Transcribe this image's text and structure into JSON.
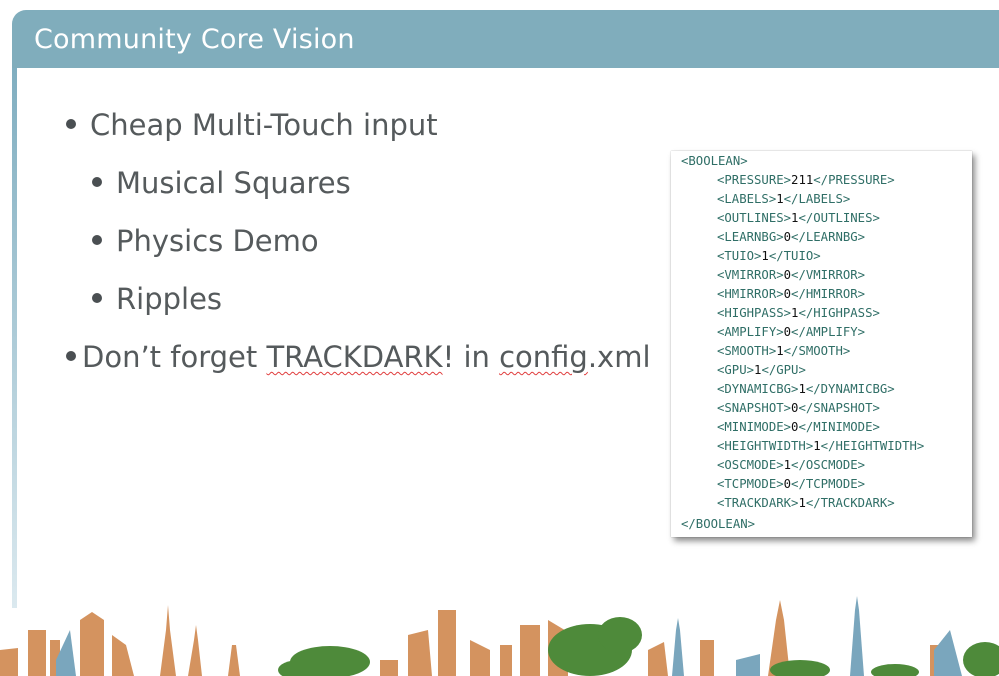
{
  "slide": {
    "title": "Community Core Vision",
    "bullets": [
      {
        "text": "Cheap Multi-Touch input"
      },
      {
        "text": "Musical Squares"
      },
      {
        "text": "Physics Demo"
      },
      {
        "text": "Ripples"
      }
    ],
    "note": {
      "prefix": "Don’t forget ",
      "term": "TRACKDARK",
      "middle": "! in ",
      "file_stem": "config",
      "file_ext": ".xml"
    }
  },
  "xml": {
    "open_root": "<BOOLEAN>",
    "close_root": "</BOOLEAN>",
    "entries": [
      {
        "tag": "PRESSURE",
        "value": "211"
      },
      {
        "tag": "LABELS",
        "value": "1"
      },
      {
        "tag": "OUTLINES",
        "value": "1"
      },
      {
        "tag": "LEARNBG",
        "value": "0"
      },
      {
        "tag": "TUIO",
        "value": "1"
      },
      {
        "tag": "VMIRROR",
        "value": "0"
      },
      {
        "tag": "HMIRROR",
        "value": "0"
      },
      {
        "tag": "HIGHPASS",
        "value": "1"
      },
      {
        "tag": "AMPLIFY",
        "value": "0"
      },
      {
        "tag": "SMOOTH",
        "value": "1"
      },
      {
        "tag": "GPU",
        "value": "1"
      },
      {
        "tag": "DYNAMICBG",
        "value": "1"
      },
      {
        "tag": "SNAPSHOT",
        "value": "0"
      },
      {
        "tag": "MINIMODE",
        "value": "0"
      },
      {
        "tag": "HEIGHTWIDTH",
        "value": "1"
      },
      {
        "tag": "OSCMODE",
        "value": "1"
      },
      {
        "tag": "TCPMODE",
        "value": "0"
      },
      {
        "tag": "TRACKDARK",
        "value": "1"
      }
    ]
  },
  "colors": {
    "title_bar": "#80adbc",
    "body_text": "#555a5c",
    "xml_tag": "#2f6e66",
    "skyline_building": "#d4935f",
    "skyline_tree": "#4e8a3a",
    "skyline_blue": "#7aa6bd"
  }
}
